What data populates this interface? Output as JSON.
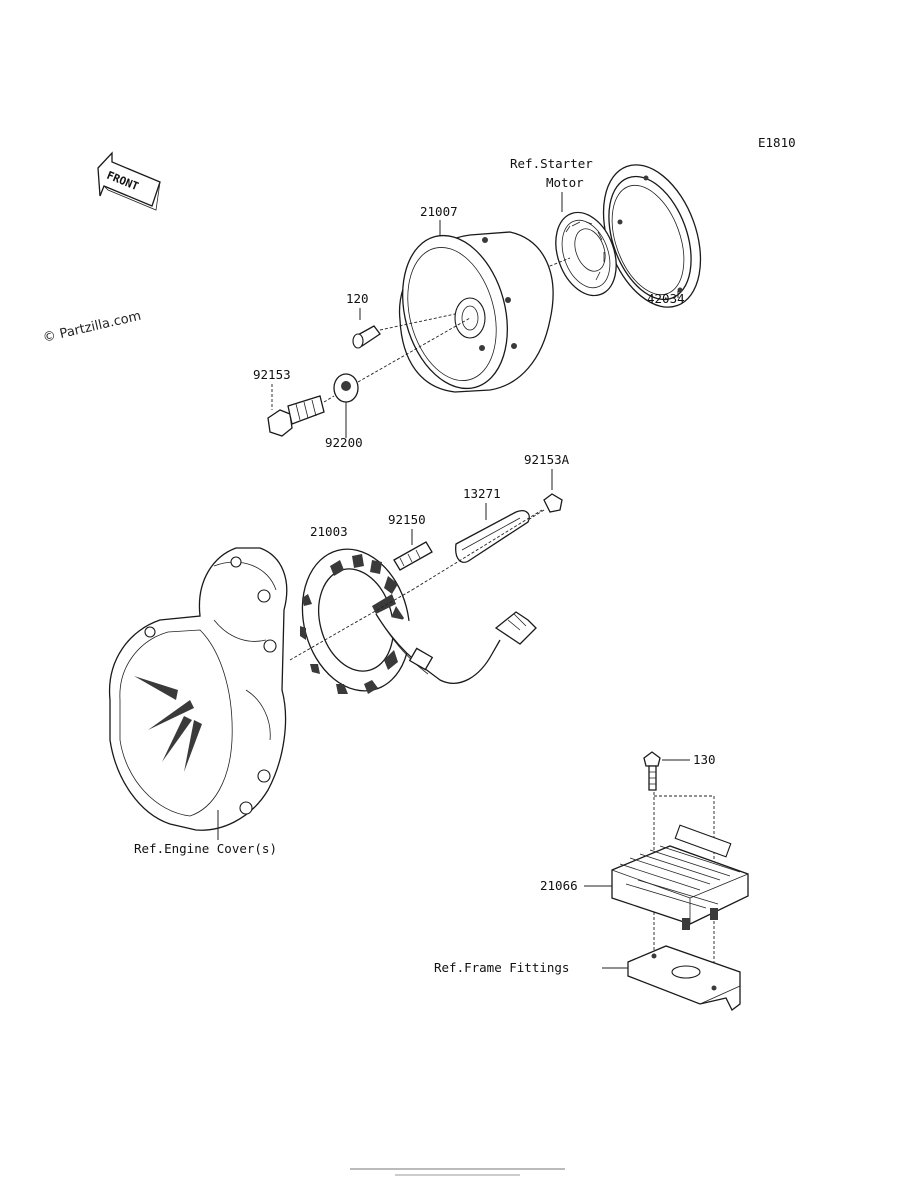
{
  "diagram_code": "E1810",
  "watermark": "© Partzilla.com",
  "front_label": "FRONT",
  "parts": {
    "rotor": "21007",
    "starter_ring": "42034",
    "bolt_small": "120",
    "bolt_large": "92153",
    "washer": "92200",
    "bolt_a": "92153A",
    "cover_plate": "13271",
    "stator_bolt": "92150",
    "stator": "21003",
    "regulator_bolt": "130",
    "regulator": "21066"
  },
  "references": {
    "starter_motor_line1": "Ref.Starter",
    "starter_motor_line2": "Motor",
    "engine_cover": "Ref.Engine Cover(s)",
    "frame_fittings": "Ref.Frame Fittings"
  }
}
